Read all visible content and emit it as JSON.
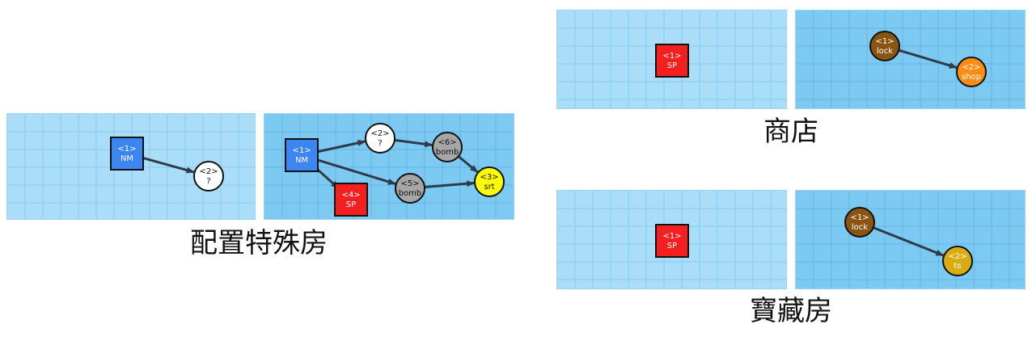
{
  "colors": {
    "grid_light_bg": "#a9ddf8",
    "grid_dark_bg": "#7ccaf2",
    "grid_line_light": "#8ccbee",
    "grid_line_dark": "#62b6e3",
    "edge": "#2f3b4a",
    "nm": "#3d85f0",
    "sp": "#f42020",
    "unknown": "#ffffff",
    "bomb": "#a6a6a6",
    "srt": "#ffff00",
    "lock": "#8a5412",
    "shop": "#ff8c14",
    "ts": "#d9ad12"
  },
  "captions": {
    "special": "配置特殊房",
    "shop": "商店",
    "treasure": "寶藏房"
  },
  "diagrams": {
    "special_before": {
      "nodes": [
        {
          "id": "1",
          "label": "NM",
          "shape": "square",
          "kind": "nm"
        },
        {
          "id": "2",
          "label": "?",
          "shape": "circle",
          "kind": "unknown"
        }
      ],
      "edges": [
        [
          "1",
          "2"
        ]
      ]
    },
    "special_after": {
      "nodes": [
        {
          "id": "1",
          "label": "NM",
          "shape": "square",
          "kind": "nm"
        },
        {
          "id": "2",
          "label": "?",
          "shape": "circle",
          "kind": "unknown"
        },
        {
          "id": "6",
          "label": "bomb",
          "shape": "circle",
          "kind": "bomb"
        },
        {
          "id": "3",
          "label": "srt",
          "shape": "circle",
          "kind": "srt"
        },
        {
          "id": "5",
          "label": "bomb",
          "shape": "circle",
          "kind": "bomb"
        },
        {
          "id": "4",
          "label": "SP",
          "shape": "square",
          "kind": "sp"
        }
      ],
      "edges": [
        [
          "1",
          "2"
        ],
        [
          "2",
          "6"
        ],
        [
          "6",
          "3"
        ],
        [
          "1",
          "5"
        ],
        [
          "5",
          "3"
        ],
        [
          "1",
          "4"
        ]
      ]
    },
    "shop_before": {
      "nodes": [
        {
          "id": "1",
          "label": "SP",
          "shape": "square",
          "kind": "sp"
        }
      ],
      "edges": []
    },
    "shop_after": {
      "nodes": [
        {
          "id": "1",
          "label": "lock",
          "shape": "circle",
          "kind": "lock"
        },
        {
          "id": "2",
          "label": "shop",
          "shape": "circle",
          "kind": "shop"
        }
      ],
      "edges": [
        [
          "1",
          "2"
        ]
      ]
    },
    "treasure_before": {
      "nodes": [
        {
          "id": "1",
          "label": "SP",
          "shape": "square",
          "kind": "sp"
        }
      ],
      "edges": []
    },
    "treasure_after": {
      "nodes": [
        {
          "id": "1",
          "label": "lock",
          "shape": "circle",
          "kind": "lock"
        },
        {
          "id": "2",
          "label": "ts",
          "shape": "circle",
          "kind": "ts"
        }
      ],
      "edges": [
        [
          "1",
          "2"
        ]
      ]
    }
  }
}
